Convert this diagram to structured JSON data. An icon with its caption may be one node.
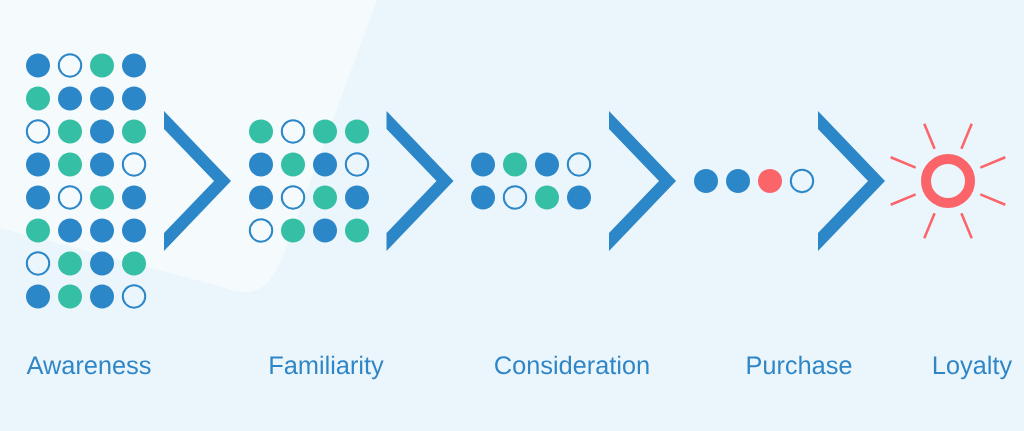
{
  "diagram": {
    "nodes": [
      {
        "text": [],
        "shape": "picture"
      },
      {
        "text": [],
        "shape": "picture"
      },
      {
        "text": [],
        "shape": "picture"
      },
      {
        "text": [],
        "shape": "picture"
      },
      {
        "text": [],
        "shape": "picture"
      }
    ],
    "edges": [
      {
        "from": 0,
        "to": 1,
        "arrow": "to"
      },
      {
        "from": 1,
        "to": 2,
        "arrow": "to"
      },
      {
        "from": 2,
        "to": 3,
        "arrow": "to"
      },
      {
        "from": 3,
        "to": 4,
        "arrow": "to"
      }
    ],
    "labels": [
      "Awareness",
      "Familiarity",
      "Consideration",
      "Purchase",
      "Loyalty"
    ]
  }
}
